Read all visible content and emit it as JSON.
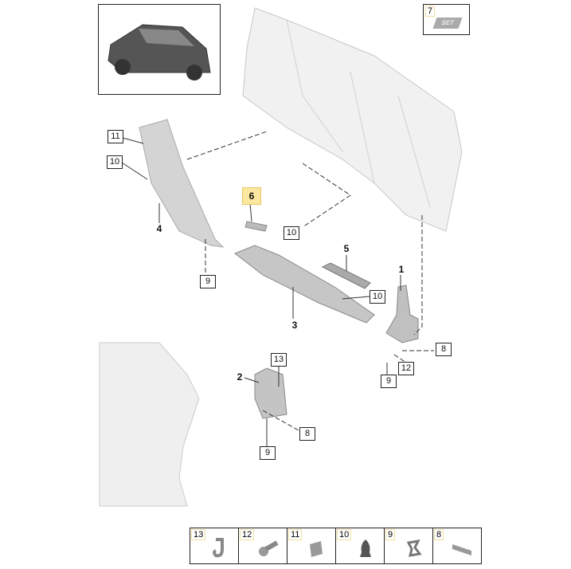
{
  "callouts": [
    {
      "id": "c11a",
      "text": "11"
    },
    {
      "id": "c10a",
      "text": "10"
    },
    {
      "id": "c4",
      "text": "4"
    },
    {
      "id": "c6",
      "text": "6"
    },
    {
      "id": "c10b",
      "text": "10"
    },
    {
      "id": "c5",
      "text": "5"
    },
    {
      "id": "c1",
      "text": "1"
    },
    {
      "id": "c9a",
      "text": "9"
    },
    {
      "id": "c3",
      "text": "3"
    },
    {
      "id": "c10c",
      "text": "10"
    },
    {
      "id": "c8a",
      "text": "8"
    },
    {
      "id": "c12",
      "text": "12"
    },
    {
      "id": "c9b",
      "text": "9"
    },
    {
      "id": "c13",
      "text": "13"
    },
    {
      "id": "c2",
      "text": "2"
    },
    {
      "id": "c8b",
      "text": "8"
    },
    {
      "id": "c9c",
      "text": "9"
    }
  ],
  "set_box": {
    "number": "7",
    "label": "SET"
  },
  "legend": [
    {
      "number": "13",
      "icon": "clip-hook-icon"
    },
    {
      "number": "12",
      "icon": "screw-icon"
    },
    {
      "number": "11",
      "icon": "clip-bracket-icon"
    },
    {
      "number": "10",
      "icon": "expansion-nut-icon"
    },
    {
      "number": "9",
      "icon": "spring-clip-icon"
    },
    {
      "number": "8",
      "icon": "retainer-strip-icon"
    }
  ],
  "highlight_color": "#fbe7a0"
}
